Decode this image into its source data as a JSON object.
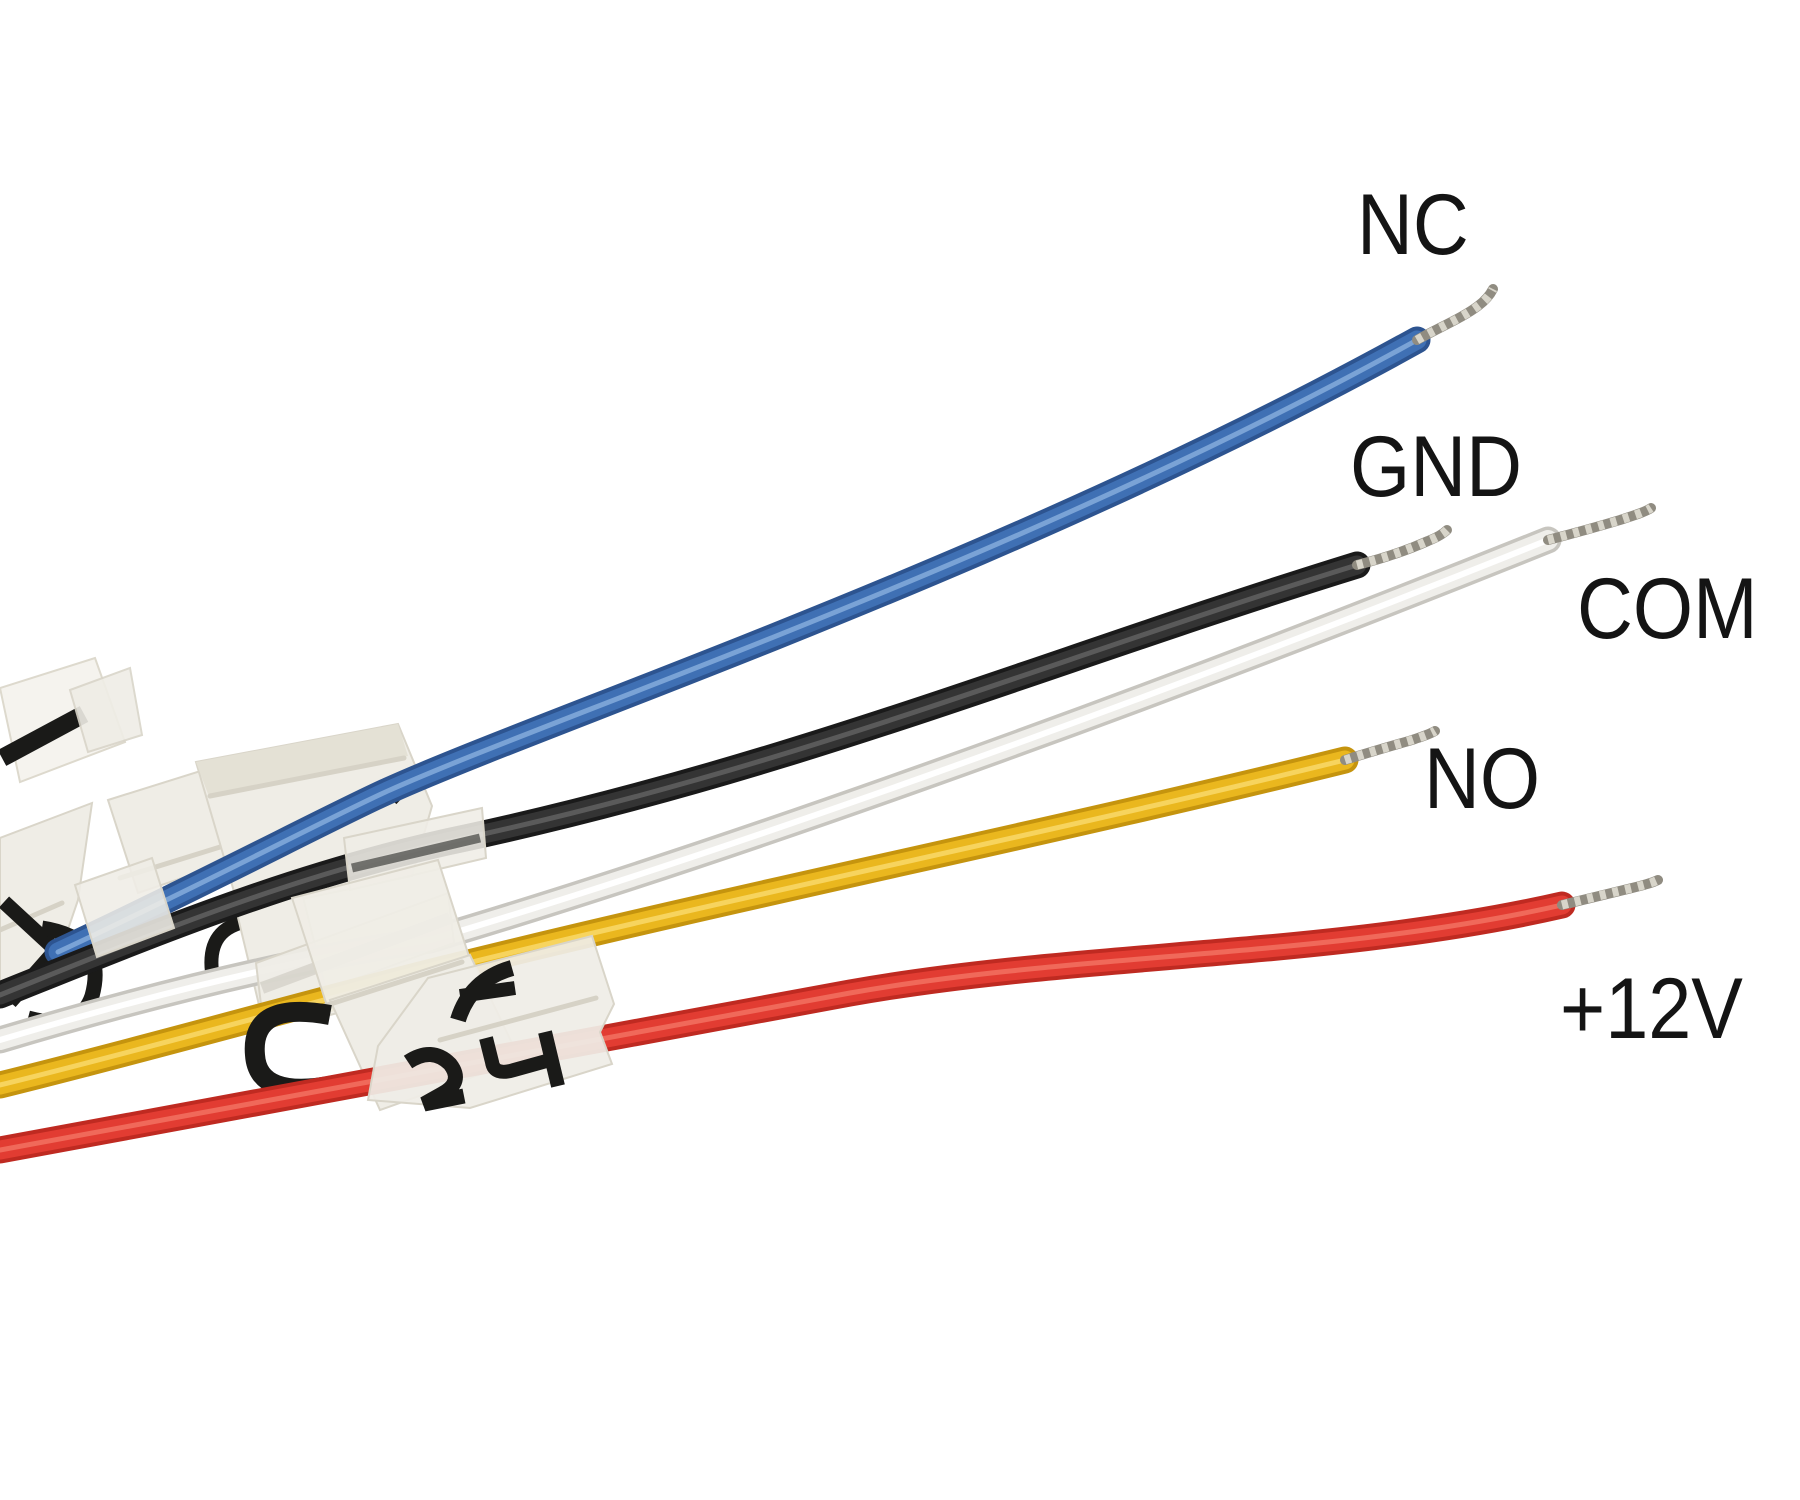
{
  "scene": {
    "background_color": "#ffffff",
    "subject": "five-wire pigtail cable with bare stranded tips and white marker tape, each wire annotated"
  },
  "wire_labels": {
    "nc": "NC",
    "gnd": "GND",
    "com": "COM",
    "no": "NO",
    "plus12v": "+12V"
  },
  "wires": [
    {
      "name": "blue-wire",
      "annotation": "NC",
      "insulation_color": "#3f70b4",
      "edge_color": "#2d5490"
    },
    {
      "name": "black-wire",
      "annotation": "GND",
      "insulation_color": "#343434",
      "edge_color": "#1a1a1a"
    },
    {
      "name": "white-wire",
      "annotation": "COM",
      "insulation_color": "#efeeea",
      "edge_color": "#c7c5bf"
    },
    {
      "name": "yellow-wire",
      "annotation": "NO",
      "insulation_color": "#eab71e",
      "edge_color": "#c5940e"
    },
    {
      "name": "red-wire",
      "annotation": "+12V",
      "insulation_color": "#e23c32",
      "edge_color": "#bf2a21"
    }
  ],
  "strand_tip_color": "#908c81",
  "strand_twist_color": "#d8d5ca",
  "tape_color": "#efede6",
  "label_text_color": "#141414"
}
